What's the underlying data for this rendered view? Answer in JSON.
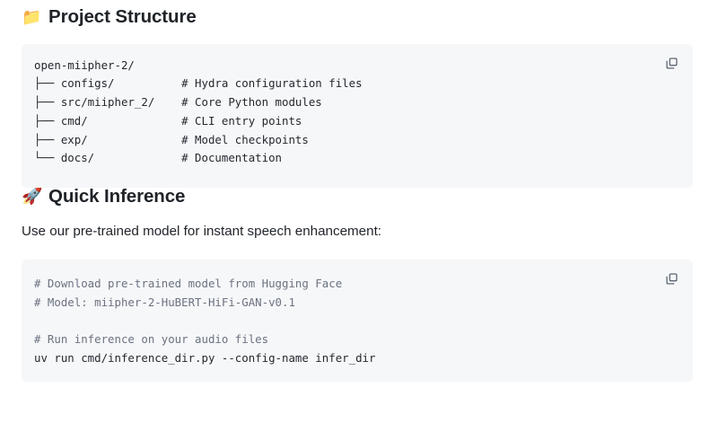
{
  "sections": [
    {
      "icon": "folder-icon",
      "icon_glyph": "📁",
      "title": "Project Structure"
    },
    {
      "icon": "rocket-icon",
      "icon_glyph": "🚀",
      "title": "Quick Inference"
    }
  ],
  "paragraph": "Use our pre-trained model for instant speech enhancement:",
  "code_blocks": [
    {
      "name": "project-structure-code",
      "language": "text",
      "copy_icon": "copy-icon",
      "lines": [
        {
          "text": "open-miipher-2/",
          "style": "cmd"
        },
        {
          "text": "├── configs/          # Hydra configuration files",
          "style": "cmd"
        },
        {
          "text": "├── src/miipher_2/    # Core Python modules",
          "style": "cmd"
        },
        {
          "text": "├── cmd/              # CLI entry points",
          "style": "cmd"
        },
        {
          "text": "├── exp/              # Model checkpoints",
          "style": "cmd"
        },
        {
          "text": "└── docs/             # Documentation",
          "style": "cmd"
        }
      ]
    },
    {
      "name": "quick-inference-code",
      "language": "bash",
      "copy_icon": "copy-icon",
      "lines": [
        {
          "text": "# Download pre-trained model from Hugging Face",
          "style": "comment"
        },
        {
          "text": "# Model: miipher-2-HuBERT-HiFi-GAN-v0.1",
          "style": "comment"
        },
        {
          "text": "",
          "style": "blank"
        },
        {
          "text": "# Run inference on your audio files",
          "style": "comment"
        },
        {
          "text": "uv run cmd/inference_dir.py --config-name infer_dir",
          "style": "cmd"
        }
      ]
    }
  ],
  "colors": {
    "page_background": "#ffffff",
    "code_background": "#f6f7f9",
    "heading_text": "#1f2328",
    "code_text": "#24292f",
    "comment_text": "#6b7280",
    "folder_icon": "#f5cc7a"
  }
}
